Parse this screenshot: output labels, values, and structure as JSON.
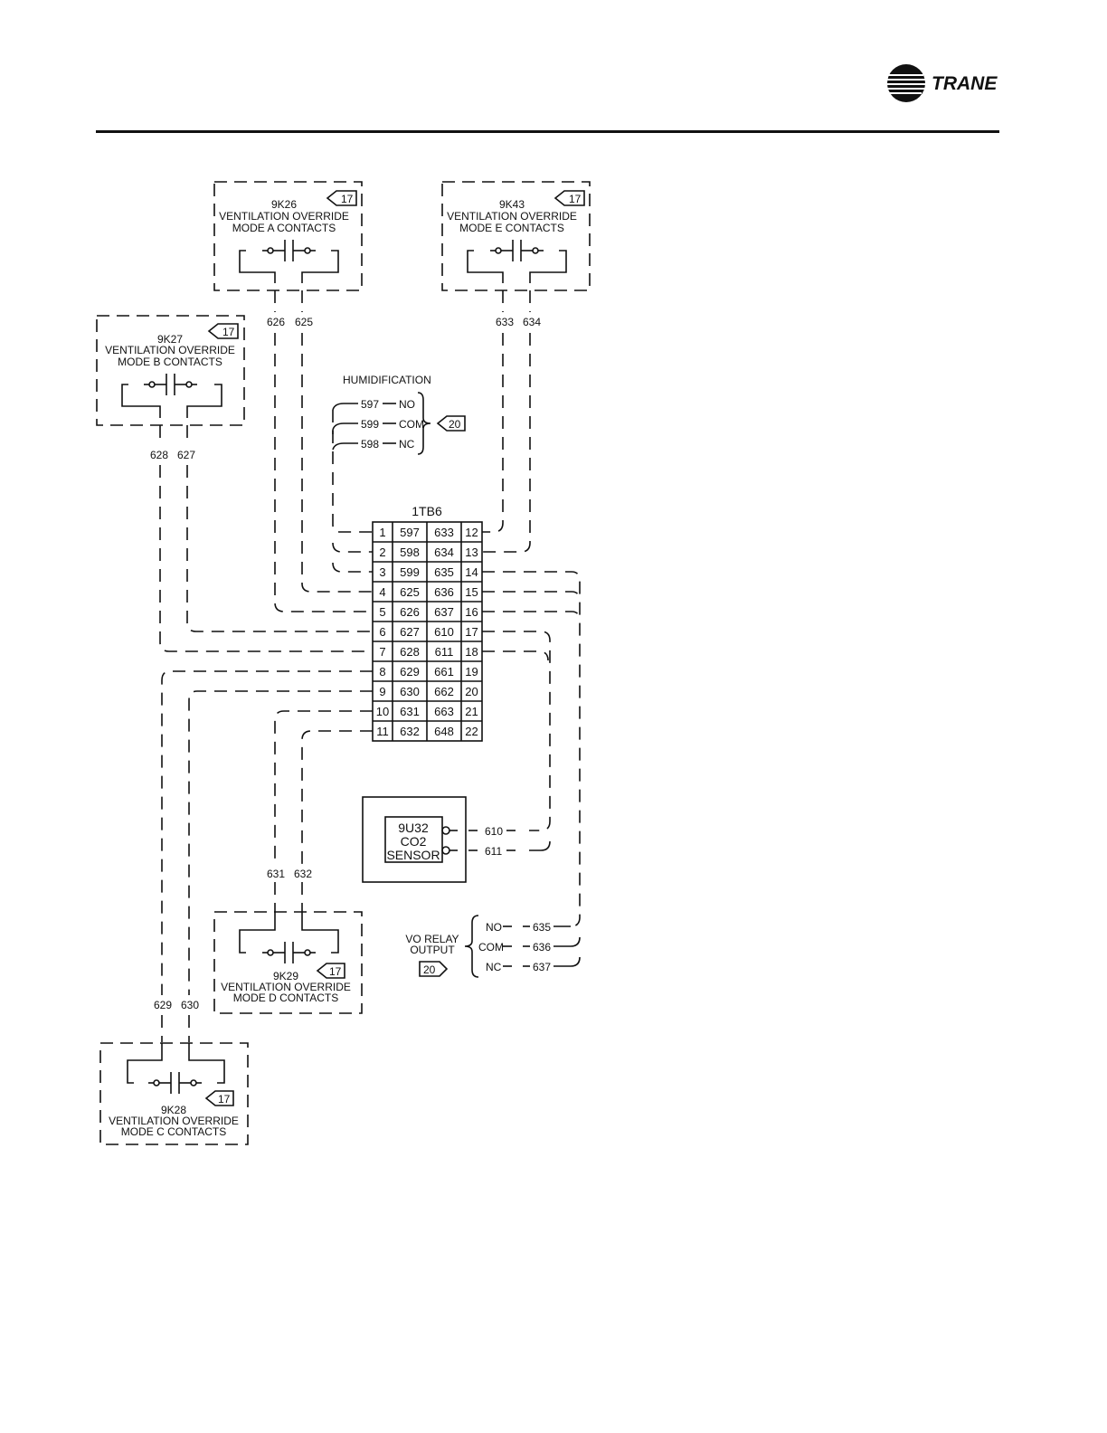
{
  "brand": {
    "name": "TRANE"
  },
  "modules": {
    "a": {
      "id": "9K26",
      "line1": "VENTILATION OVERRIDE",
      "line2": "MODE A CONTACTS",
      "tag": "17",
      "wires": [
        "626",
        "625"
      ]
    },
    "e": {
      "id": "9K43",
      "line1": "VENTILATION OVERRIDE",
      "line2": "MODE E CONTACTS",
      "tag": "17",
      "wires": [
        "633",
        "634"
      ]
    },
    "b": {
      "id": "9K27",
      "line1": "VENTILATION OVERRIDE",
      "line2": "MODE B CONTACTS",
      "tag": "17",
      "wires": [
        "628",
        "627"
      ]
    },
    "d": {
      "id": "9K29",
      "line1": "VENTILATION OVERRIDE",
      "line2": "MODE D CONTACTS",
      "tag": "17",
      "wires": [
        "631",
        "632"
      ]
    },
    "c": {
      "id": "9K28",
      "line1": "VENTILATION OVERRIDE",
      "line2": "MODE C CONTACTS",
      "tag": "17",
      "wires": [
        "629",
        "630"
      ]
    }
  },
  "humidification": {
    "title": "HUMIDIFICATION",
    "tag": "20",
    "rows": [
      {
        "wire": "597",
        "label": "NO"
      },
      {
        "wire": "599",
        "label": "COM"
      },
      {
        "wire": "598",
        "label": "NC"
      }
    ]
  },
  "terminal_block": {
    "title": "1TB6",
    "rows": [
      {
        "l": "1",
        "lw": "597",
        "rw": "633",
        "r": "12"
      },
      {
        "l": "2",
        "lw": "598",
        "rw": "634",
        "r": "13"
      },
      {
        "l": "3",
        "lw": "599",
        "rw": "635",
        "r": "14"
      },
      {
        "l": "4",
        "lw": "625",
        "rw": "636",
        "r": "15"
      },
      {
        "l": "5",
        "lw": "626",
        "rw": "637",
        "r": "16"
      },
      {
        "l": "6",
        "lw": "627",
        "rw": "610",
        "r": "17"
      },
      {
        "l": "7",
        "lw": "628",
        "rw": "611",
        "r": "18"
      },
      {
        "l": "8",
        "lw": "629",
        "rw": "661",
        "r": "19"
      },
      {
        "l": "9",
        "lw": "630",
        "rw": "662",
        "r": "20"
      },
      {
        "l": "10",
        "lw": "631",
        "rw": "663",
        "r": "21"
      },
      {
        "l": "11",
        "lw": "632",
        "rw": "648",
        "r": "22"
      }
    ]
  },
  "sensor": {
    "lines": [
      "9U32",
      "CO2",
      "SENSOR"
    ],
    "wires": [
      "610",
      "611"
    ]
  },
  "vo_relay": {
    "line1": "VO RELAY",
    "line2": "OUTPUT",
    "tag": "20",
    "rows": [
      {
        "label": "NO",
        "wire": "635"
      },
      {
        "label": "COM",
        "wire": "636"
      },
      {
        "label": "NC",
        "wire": "637"
      }
    ]
  }
}
